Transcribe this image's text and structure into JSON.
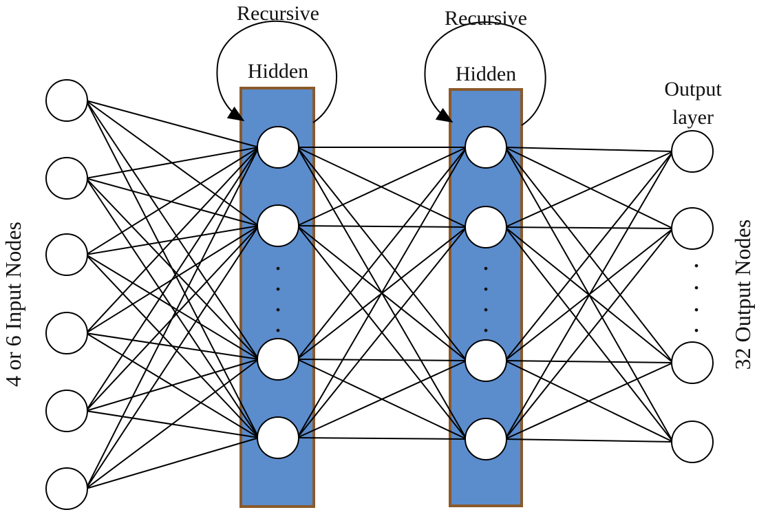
{
  "title": "",
  "colors": {
    "hidden_fill": "#5b8ccc",
    "hidden_border": "#8a5a2b",
    "node_fill": "#ffffff",
    "stroke": "#000000"
  },
  "labels": {
    "recursive_1": "Recursive",
    "recursive_2": "Recursive",
    "hidden_1": "Hidden",
    "hidden_2": "Hidden",
    "output_line1": "Output",
    "output_line2": "layer",
    "input_nodes": "4 or 6 Input Nodes",
    "output_nodes": "32 Output Nodes"
  },
  "layers": [
    {
      "name": "input",
      "visible_nodes": 6,
      "ellipsis": false
    },
    {
      "name": "hidden-1",
      "visible_nodes": 4,
      "ellipsis": true
    },
    {
      "name": "hidden-2",
      "visible_nodes": 4,
      "ellipsis": true
    },
    {
      "name": "output",
      "visible_nodes": 4,
      "ellipsis": true
    }
  ],
  "connectivity": "fully-connected between consecutive layers"
}
